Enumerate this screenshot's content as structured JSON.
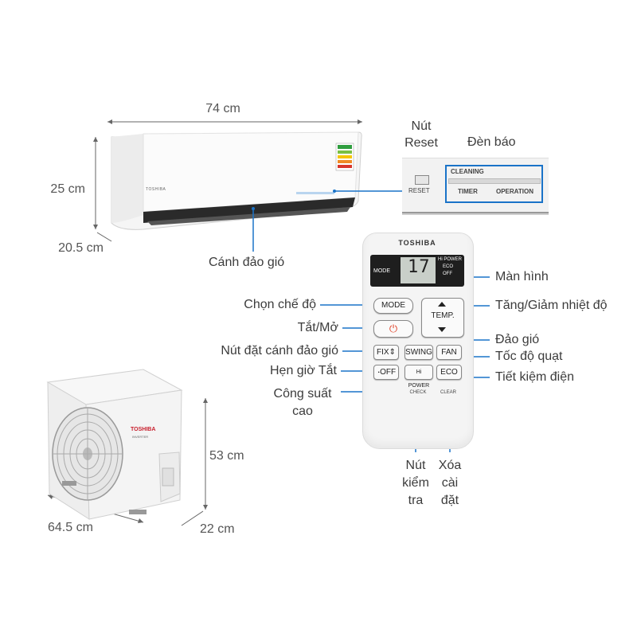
{
  "dimensions": {
    "indoor_width": "74 cm",
    "indoor_height": "25 cm",
    "indoor_depth": "20.5 cm",
    "outdoor_height": "53 cm",
    "outdoor_width": "64.5 cm",
    "outdoor_depth": "22 cm"
  },
  "indoor": {
    "brand": "TOSHIBA",
    "louver_label": "Cánh đảo gió"
  },
  "panel": {
    "reset_title": "Nút Reset",
    "indicator_title": "Đèn báo",
    "reset": "RESET",
    "cleaning": "CLEANING",
    "timer": "TIMER",
    "operation": "OPERATION"
  },
  "remote": {
    "brand": "TOSHIBA",
    "lcd": {
      "mode": "MODE",
      "temp": "17",
      "hipower": "Hi POWER",
      "eco": "ECO",
      "off": "OFF"
    },
    "buttons": {
      "mode": "MODE",
      "power": "⏻",
      "temp": "TEMP.",
      "fix": "FIX",
      "swing": "SWING",
      "fan": "FAN",
      "off_timer": "OFF",
      "hipower": "Hi POWER",
      "eco": "ECO",
      "check": "CHECK",
      "clear": "CLEAR"
    }
  },
  "callouts": {
    "screen": "Màn hình",
    "temp": "Tăng/Giảm nhiệt độ",
    "mode": "Chọn chế độ",
    "power": "Tắt/Mở",
    "swing": "Đảo gió",
    "fan": "Tốc độ quạt",
    "fix": "Nút đặt cánh đảo gió",
    "off_timer": "Hẹn giờ Tắt",
    "eco": "Tiết kiệm điện",
    "hipower_1": "Công suất",
    "hipower_2": "cao",
    "check_1": "Nút",
    "check_2": "kiểm",
    "check_3": "tra",
    "clear_1": "Xóa",
    "clear_2": "cài",
    "clear_3": "đặt"
  },
  "outdoor": {
    "brand": "TOSHIBA",
    "sub": "INVERTER"
  },
  "colors": {
    "label": "#3c3c3c",
    "leader": "#1a73c8",
    "power_red": "#e0442a",
    "energy_green": "#2f9e3f"
  }
}
